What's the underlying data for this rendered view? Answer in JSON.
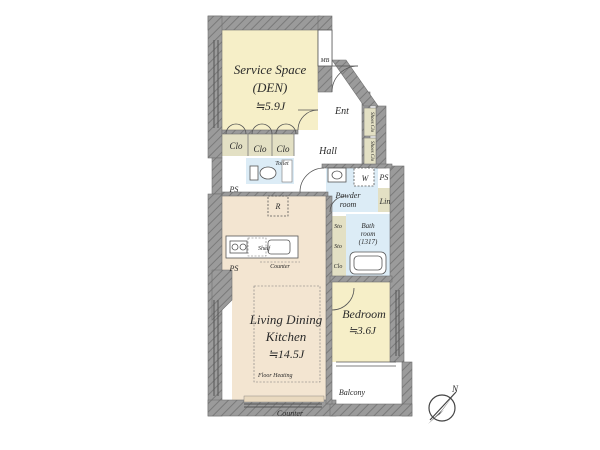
{
  "rooms": {
    "service_space": {
      "title_line1": "Service Space",
      "title_line2": "(DEN)",
      "area": "≒5.9J"
    },
    "ldk": {
      "title_line1": "Living Dining",
      "title_line2": "Kitchen",
      "area": "≒14.5J",
      "note": "Floor Heating"
    },
    "bedroom": {
      "title": "Bedroom",
      "area": "≒3.6J"
    },
    "entrance": "Ent",
    "hall": "Hall",
    "toilet": "Toilet",
    "powder_line1": "Powder",
    "powder_line2": "room",
    "bath_line1": "Bath",
    "bath_line2": "room",
    "bath_size": "(1317)",
    "balcony": "Balcony"
  },
  "labels": {
    "mb": "MB",
    "clo": "Clo",
    "shoes_clo": "Shoes Clo",
    "ps": "PS",
    "lin": "Lin",
    "w": "W",
    "r": "R",
    "sto": "Sto",
    "shelf": "Shelf",
    "counter": "Counter",
    "counter_bottom": "Counter"
  },
  "compass": {
    "north_label": "N"
  },
  "colors": {
    "den": "#f6efc8",
    "ldk": "#f3e5d1",
    "bedroom": "#f6efc8",
    "wet": "#dcecf6",
    "closet": "#e3e0c4",
    "wall": "#9a9a9a",
    "white_area": "#ffffff"
  }
}
